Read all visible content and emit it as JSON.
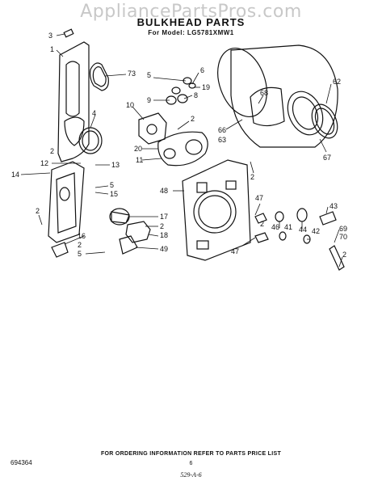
{
  "watermark": "AppliancePartsPros.com",
  "title": "BULKHEAD PARTS",
  "model_line": "For Model: LG5781XMW1",
  "footer": {
    "ordering_note": "FOR ORDERING INFORMATION REFER TO PARTS PRICE LIST",
    "doc_number": "694364",
    "page_number": "6",
    "date_code": "529-A-6"
  },
  "callouts": {
    "c3": "3",
    "c1": "1",
    "c73": "73",
    "c5a": "5",
    "c6": "6",
    "c9": "9",
    "c8": "8",
    "c19": "19",
    "c10": "10",
    "c2a": "2",
    "c4": "4",
    "c2b": "2",
    "c20": "20",
    "c11": "11",
    "c68": "68",
    "c62": "62",
    "c66": "66",
    "c63": "63",
    "c67": "67",
    "c2c": "2",
    "c12": "12",
    "c13": "13",
    "c14": "14",
    "c5b": "5",
    "c15": "15",
    "c48": "48",
    "c2d": "2",
    "c17": "17",
    "c2e": "2",
    "c16": "16",
    "c2f": "2",
    "c5c": "5",
    "c18": "18",
    "c49": "49",
    "c47a": "47",
    "c2g": "2",
    "c46": "46",
    "c41": "41",
    "c43": "43",
    "c44": "44",
    "c42": "42",
    "c69": "69",
    "c70": "70",
    "c47b": "47",
    "c2h": "2"
  }
}
